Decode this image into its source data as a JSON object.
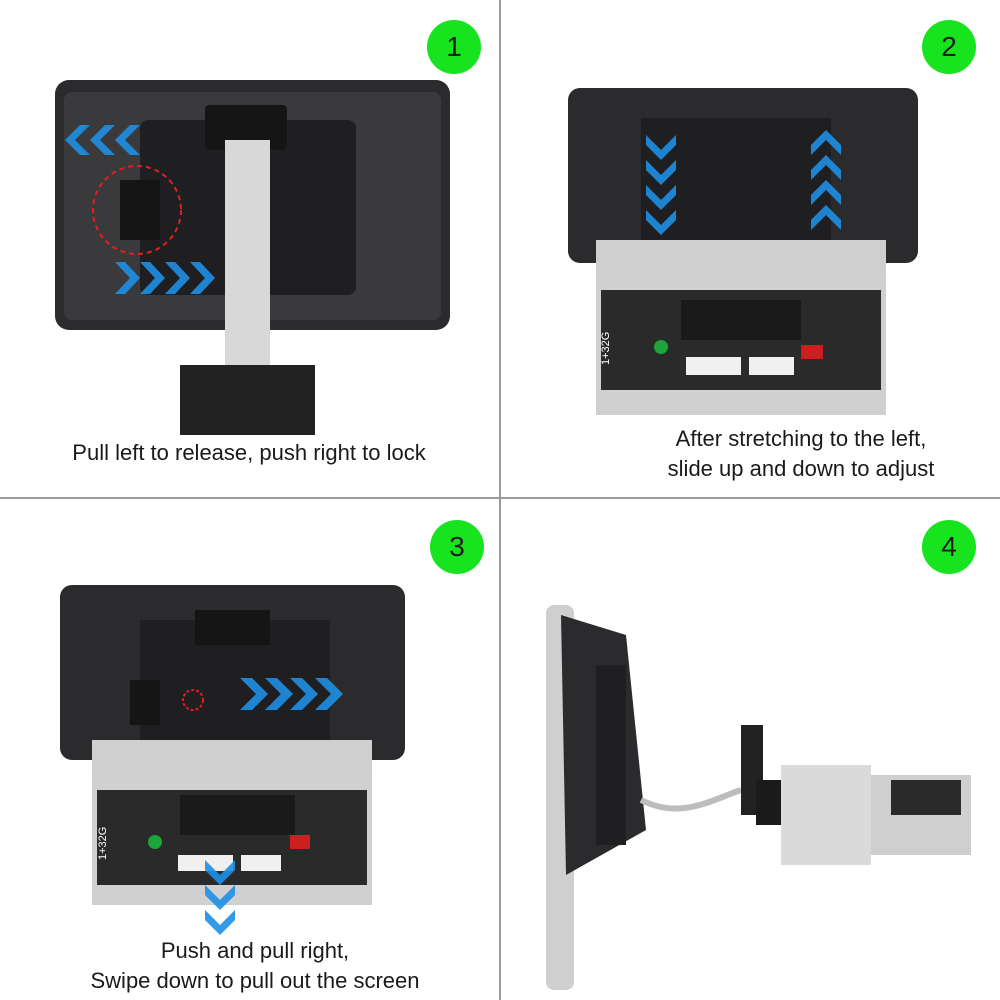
{
  "steps": [
    {
      "number": "1",
      "caption_lines": [
        "Pull left to release, push right to lock"
      ]
    },
    {
      "number": "2",
      "caption_lines": [
        "After stretching to the left,",
        "slide up and down to adjust"
      ]
    },
    {
      "number": "3",
      "caption_lines": [
        "Push and pull right,",
        "Swipe down to pull out the screen"
      ]
    },
    {
      "number": "4",
      "caption_lines": []
    }
  ],
  "unit_label": "1+32G",
  "colors": {
    "badge": "#17e31f",
    "arrow": "#1e90e6",
    "highlight_circle": "#e0201c"
  }
}
